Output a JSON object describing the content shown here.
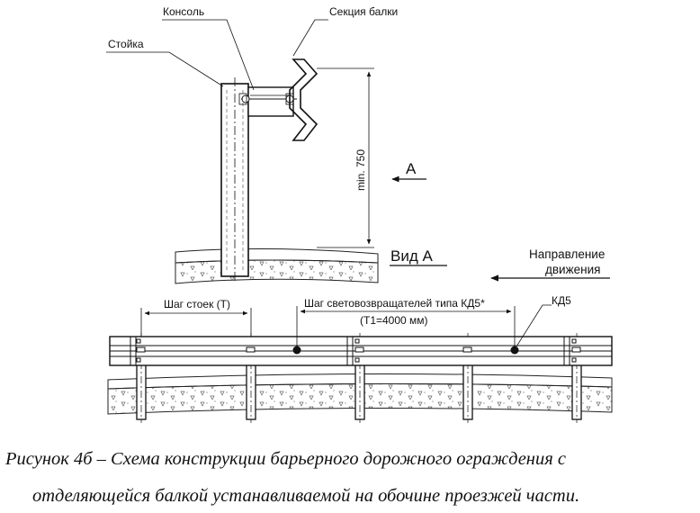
{
  "labels": {
    "console": "Консоль",
    "beam_section": "Секция балки",
    "post": "Стойка",
    "min_height": "min. 750",
    "view_marker": "А",
    "view_title": "Вид А",
    "direction_line1": "Направление",
    "direction_line2": "движения",
    "post_spacing": "Шаг стоек (Т)",
    "reflector_spacing": "Шаг световозвращателей типа КД5*",
    "reflector_spacing_value": "(Т1=4000 мм)",
    "reflector": "КД5"
  },
  "caption": {
    "line1": "Рисунок 4б – Схема конструкции барьерного дорожного ограждения с",
    "line2": "отделяющейся балкой устанавливаемой на обочине проезжей части."
  }
}
